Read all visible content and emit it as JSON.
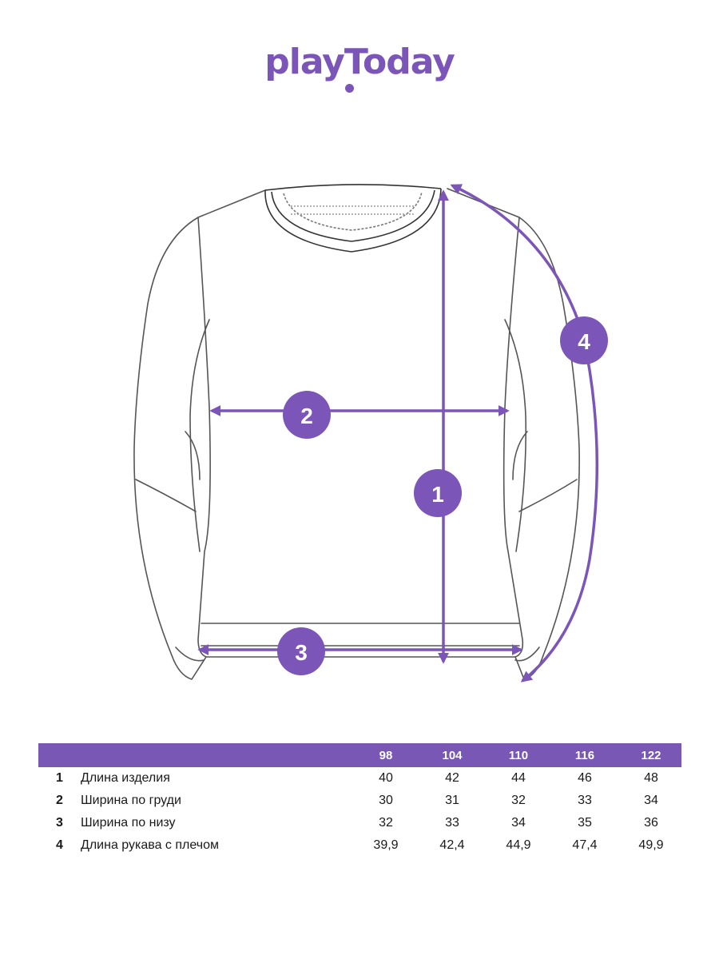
{
  "brand": {
    "logo_text": "playToday"
  },
  "diagram": {
    "accent_color": "#7b55b8",
    "markers": [
      {
        "id": "1",
        "label": "1"
      },
      {
        "id": "2",
        "label": "2"
      },
      {
        "id": "3",
        "label": "3"
      },
      {
        "id": "4",
        "label": "4"
      }
    ]
  },
  "size_table": {
    "header_color": "#7857b5",
    "columns": [
      "98",
      "104",
      "110",
      "116",
      "122"
    ],
    "rows": [
      {
        "num": "1",
        "label": "Длина изделия",
        "values": [
          "40",
          "42",
          "44",
          "46",
          "48"
        ]
      },
      {
        "num": "2",
        "label": "Ширина по груди",
        "values": [
          "30",
          "31",
          "32",
          "33",
          "34"
        ]
      },
      {
        "num": "3",
        "label": "Ширина по низу",
        "values": [
          "32",
          "33",
          "34",
          "35",
          "36"
        ]
      },
      {
        "num": "4",
        "label": "Длина рукава с плечом",
        "values": [
          "39,9",
          "42,4",
          "44,9",
          "47,4",
          "49,9"
        ]
      }
    ]
  }
}
